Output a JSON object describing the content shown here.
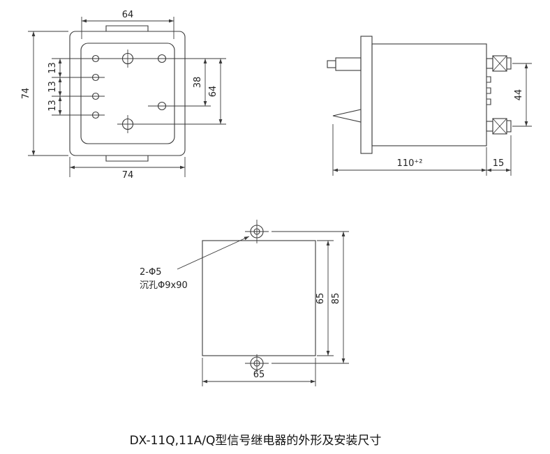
{
  "colors": {
    "line": "#3a3a3a",
    "text": "#222222",
    "background": "#ffffff"
  },
  "caption": "DX-11Q,11A/Q型信号继电器的外形及安装尺寸",
  "views": {
    "front": {
      "dims": {
        "top_width": "64",
        "overall_height": "74",
        "pitch_1": "13",
        "pitch_2": "13",
        "pitch_3": "13",
        "holes_span_inner": "38",
        "holes_span_outer": "64",
        "overall_width": "74"
      }
    },
    "side": {
      "dims": {
        "terminal_pitch": "44",
        "depth": "110⁺²",
        "terminal_depth": "15"
      }
    },
    "panel": {
      "note_line_1": "2-Φ5",
      "note_line_2": "沉孔Φ9x90",
      "dims": {
        "cutout_height": "65",
        "hole_pitch": "85",
        "cutout_width": "65"
      }
    }
  }
}
